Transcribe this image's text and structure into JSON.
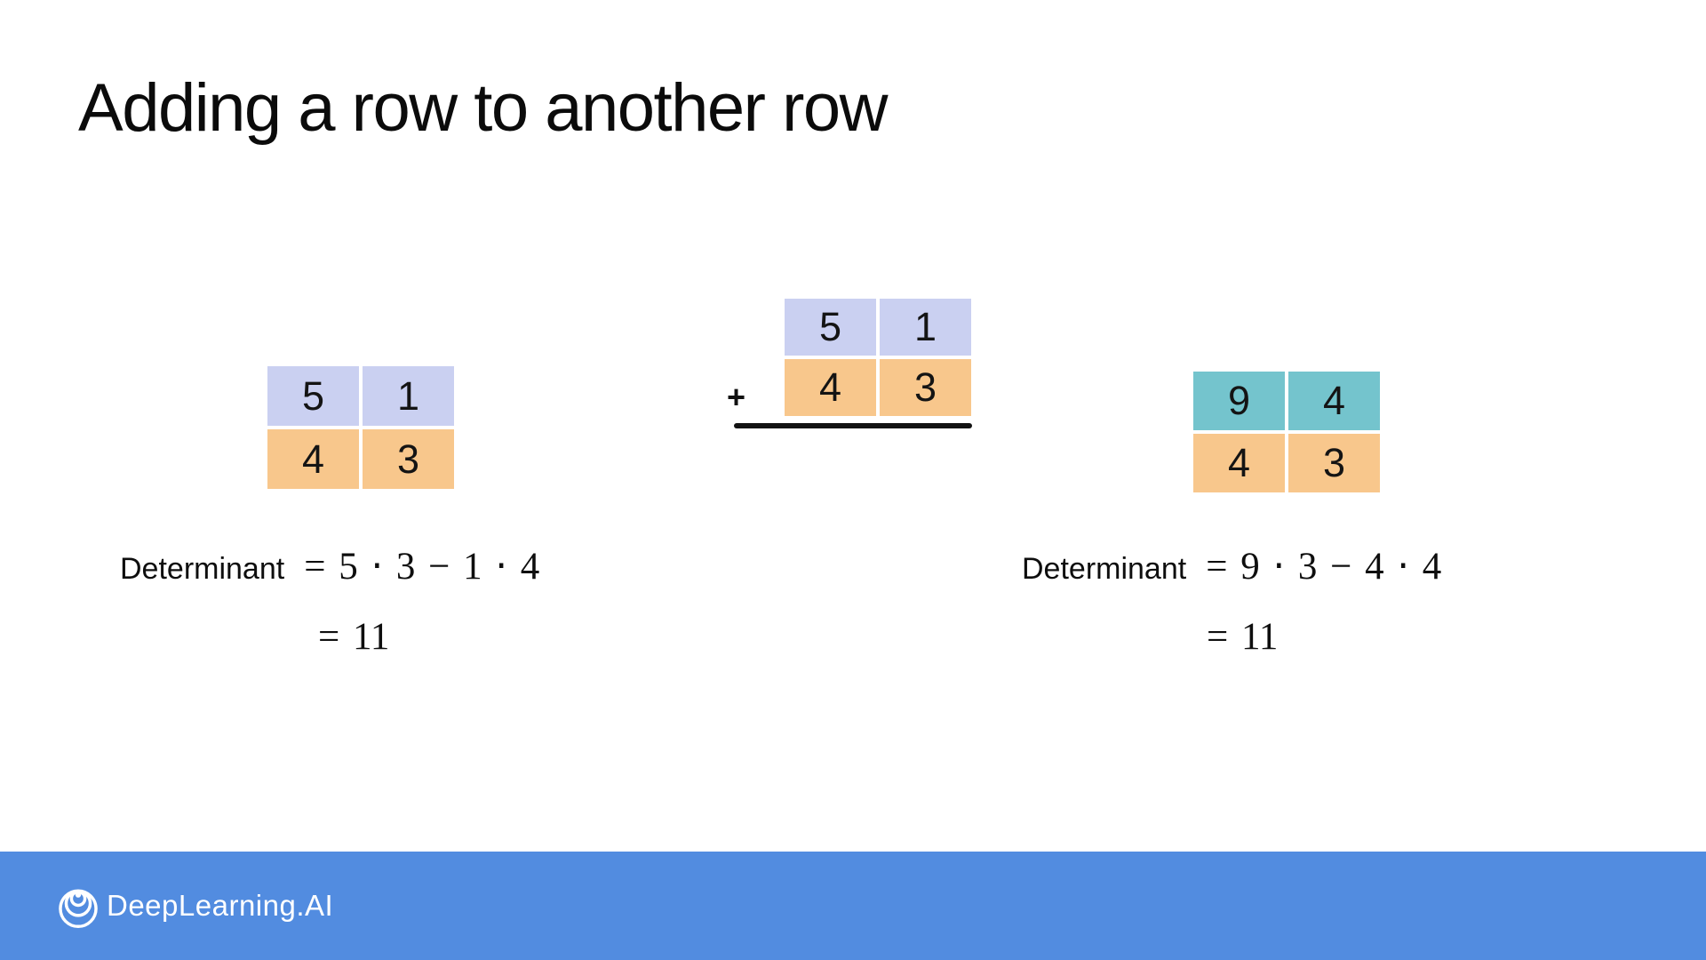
{
  "title": "Adding a row to another row",
  "colors": {
    "lavender": "#cad0f1",
    "orange": "#f8c78c",
    "teal": "#74c4cd",
    "footer_blue": "#528ce0"
  },
  "matrix_original": {
    "rows": [
      [
        "5",
        "1"
      ],
      [
        "4",
        "3"
      ]
    ]
  },
  "matrix_addend": {
    "rows": [
      [
        "5",
        "1"
      ],
      [
        "4",
        "3"
      ]
    ],
    "plus_sign": "+"
  },
  "matrix_result": {
    "rows": [
      [
        "9",
        "4"
      ],
      [
        "4",
        "3"
      ]
    ]
  },
  "determinant_left": {
    "label": "Determinant",
    "equation": "= 5 ⋅ 3 − 1 ⋅ 4",
    "result": "= 11"
  },
  "determinant_right": {
    "label": "Determinant",
    "equation": "= 9 ⋅ 3 − 4 ⋅ 4",
    "result": "= 11"
  },
  "footer": {
    "brand": "DeepLearning.AI"
  }
}
